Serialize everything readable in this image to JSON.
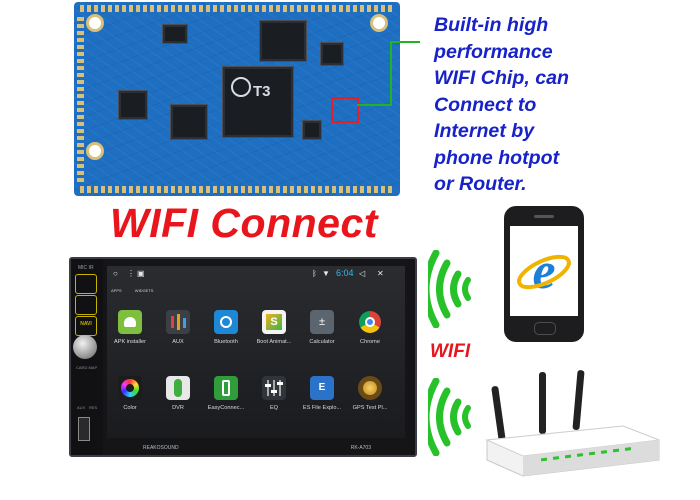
{
  "pcb": {
    "main_chip_text": "T3",
    "chip_logo": "allwinner-logo-icon"
  },
  "description": {
    "lines": [
      "Built-in high",
      "performance",
      "WIFI Chip, can",
      "Connect to",
      "Internet by",
      "phone hotpot",
      "or Router."
    ]
  },
  "title": "WIFI Connect",
  "head_unit": {
    "mic_label": "MIC IR",
    "side_buttons": [
      "",
      "",
      "NAVI"
    ],
    "side_small": [
      "CARD MAP",
      "AUX",
      "RES"
    ],
    "clock": "6:04",
    "tabs": [
      "APPS",
      "WIDGETS"
    ],
    "apps": [
      {
        "label": "APK installer",
        "color": "#7fbf3f",
        "icon": "android-icon"
      },
      {
        "label": "AUX",
        "color": "#3b3f46",
        "icon": "aux-icon"
      },
      {
        "label": "Bluetooth",
        "color": "#1e88d6",
        "icon": "bluetooth-icon"
      },
      {
        "label": "Boot Animat...",
        "color": "#f4f4f4",
        "icon": "boot-animation-icon"
      },
      {
        "label": "Calculator",
        "color": "#5a6570",
        "icon": "calculator-icon"
      },
      {
        "label": "Chrome",
        "color": "#ffffff",
        "icon": "chrome-icon"
      },
      {
        "label": "Color",
        "color": "#1c1c1c",
        "icon": "color-icon"
      },
      {
        "label": "DVR",
        "color": "#e8e8e8",
        "icon": "dvr-icon"
      },
      {
        "label": "EasyConnec...",
        "color": "#2e9d3a",
        "icon": "easyconnect-icon"
      },
      {
        "label": "EQ",
        "color": "#30343b",
        "icon": "eq-icon"
      },
      {
        "label": "ES File Explo...",
        "color": "#2b72c9",
        "icon": "es-file-explorer-icon"
      },
      {
        "label": "GPS Test Pl...",
        "color": "#6a4b15",
        "icon": "gps-test-icon"
      }
    ],
    "brand": "REAKOSOUND",
    "model": "RK-A703"
  },
  "wifi_label": "WIFI",
  "colors": {
    "title_red": "#e8151d",
    "desc_blue": "#1722c9",
    "wave_green": "#27c12a",
    "pcb_blue": "#1e6fc2",
    "callout_green": "#1fb51f"
  }
}
